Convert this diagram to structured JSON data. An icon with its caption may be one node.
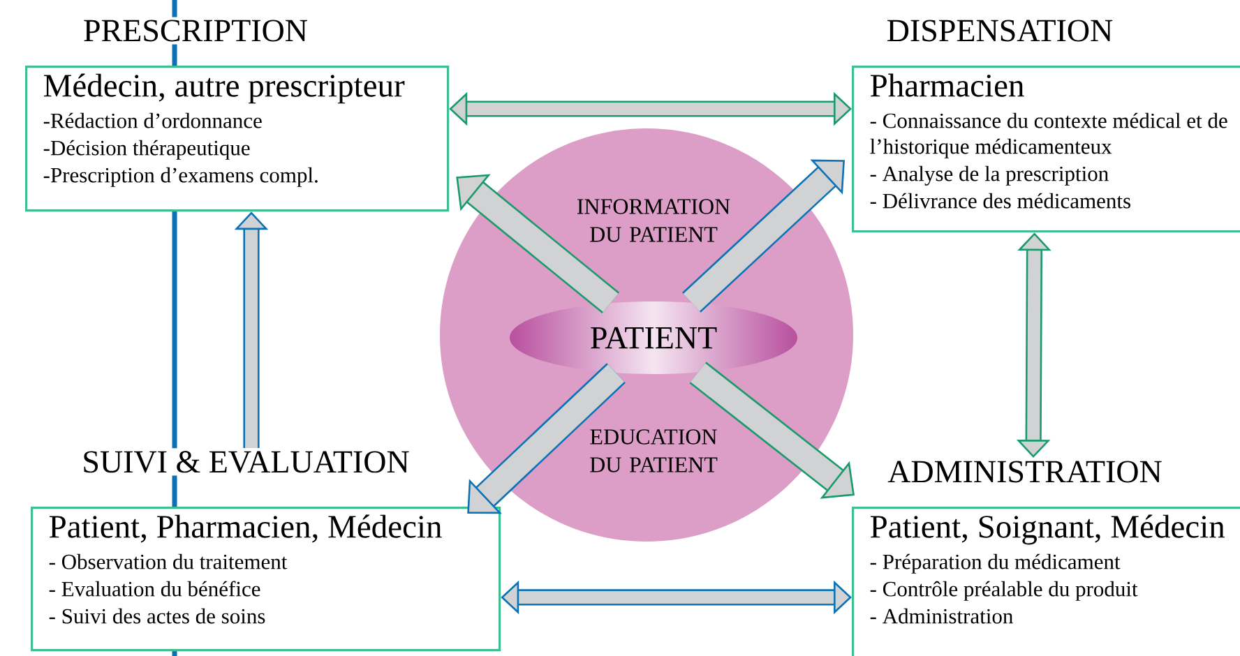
{
  "diagram": {
    "nodes": [
      {
        "text": [
          "PRESCRIPTION",
          "Médecin, autre prescripteur",
          "-Rédaction d’ordonnance",
          "-Décision thérapeutique",
          "-Prescription d’examens compl."
        ]
      },
      {
        "text": [
          "DISPENSATION",
          "Pharmacien",
          "- Connaissance du contexte médical et de l’historique médicamenteux",
          "- Analyse de la prescription",
          "- Délivrance des médicaments"
        ]
      },
      {
        "text": [
          "SUIVI & EVALUATION",
          "Patient, Pharmacien, Médecin",
          "- Observation du traitement",
          "- Evaluation du bénéfice",
          "- Suivi des actes de soins"
        ]
      },
      {
        "text": [
          "ADMINISTRATION",
          "Patient, Soignant, Médecin",
          "- Préparation du médicament",
          "- Contrôle préalable du produit",
          "- Administration"
        ]
      },
      {
        "text": [
          "INFORMATION DU PATIENT",
          "EDUCATION DU PATIENT"
        ]
      },
      {
        "text": [
          "PATIENT"
        ],
        "in": 4
      }
    ],
    "edges": [
      {
        "from": 0,
        "to": 1,
        "arrow": "both",
        "color": "#1a9a6a"
      },
      {
        "from": 5,
        "to": 0,
        "arrow": "to",
        "color": "#1a9a6a"
      },
      {
        "from": 5,
        "to": 1,
        "arrow": "to",
        "color": "#0b72b5"
      },
      {
        "from": 2,
        "to": 0,
        "arrow": "to",
        "color": "#0b72b5"
      },
      {
        "from": 1,
        "to": 3,
        "arrow": "both",
        "color": "#1a9a6a"
      },
      {
        "from": 5,
        "to": 2,
        "arrow": "to",
        "color": "#0b72b5"
      },
      {
        "from": 5,
        "to": 3,
        "arrow": "to",
        "color": "#1a9a6a"
      },
      {
        "from": 2,
        "to": 3,
        "arrow": "both",
        "color": "#0b72b5"
      }
    ]
  }
}
